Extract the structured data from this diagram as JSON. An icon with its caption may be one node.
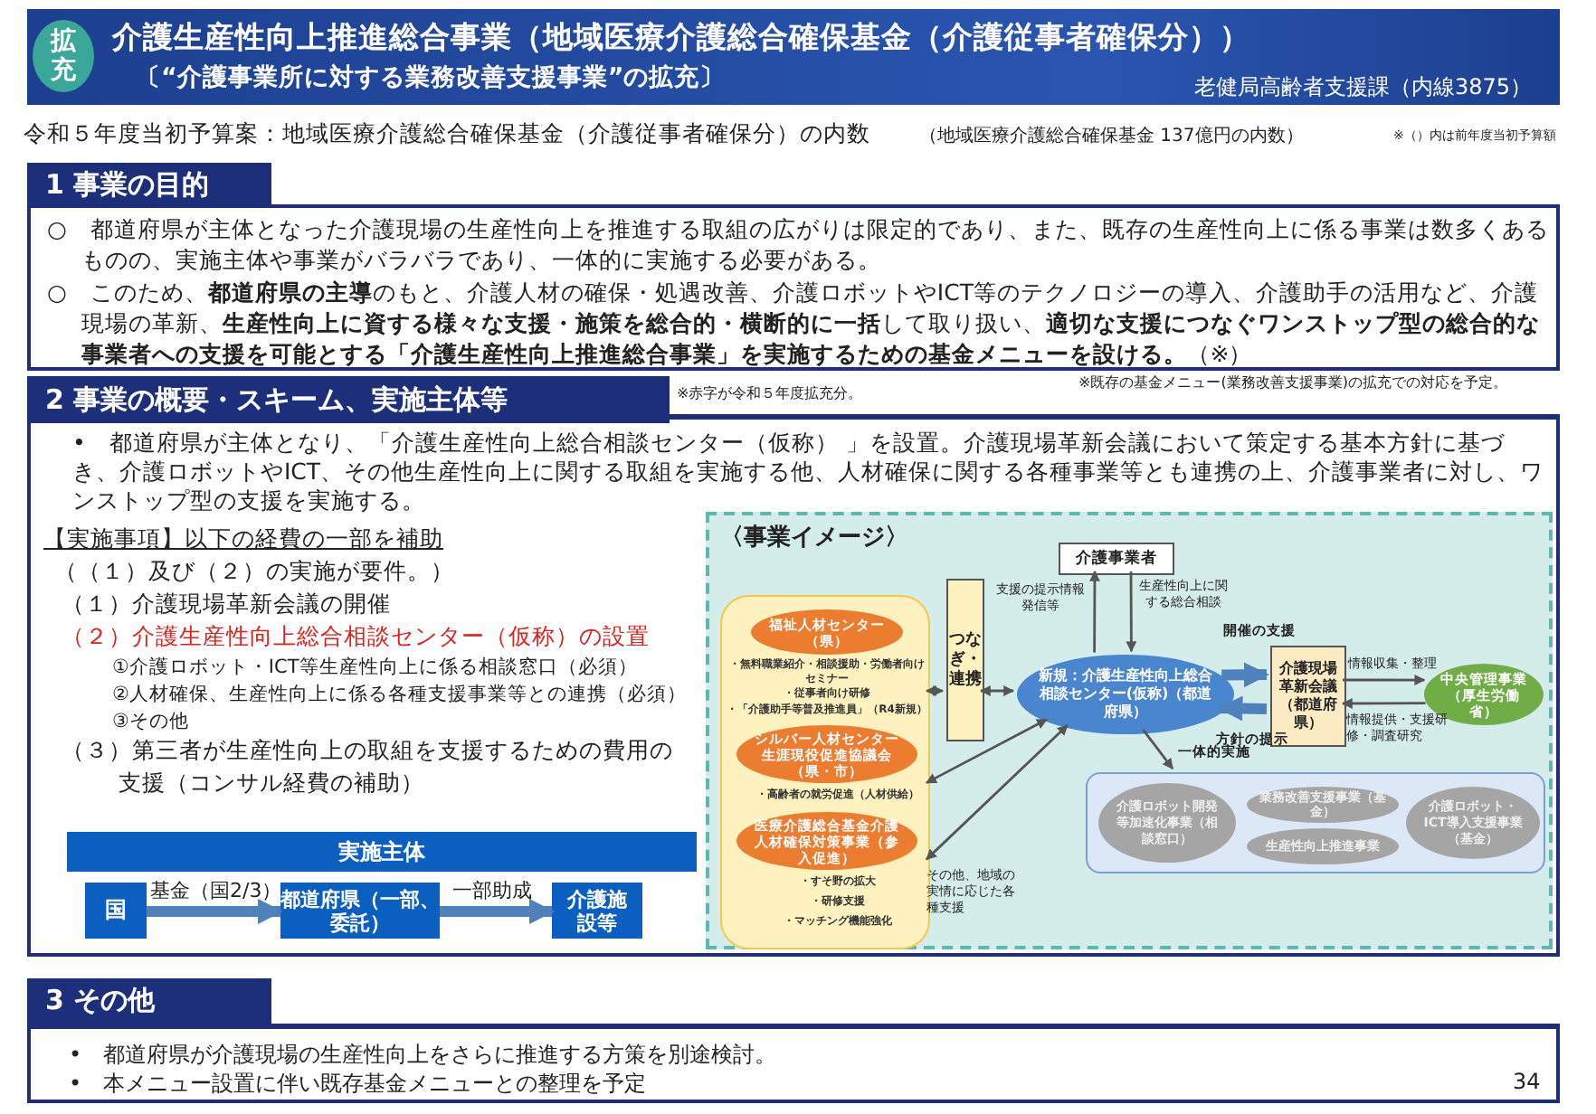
{
  "diagram": {
    "title": "介護生産性向上推進総合事業（地域医療介護総合確保基金（介護従事者確保分））",
    "nodes": [
      {
        "text": [
          "拡充"
        ]
      },
      {
        "text": [
          "1 事業の目的"
        ]
      },
      {
        "text": [
          "2 事業の概要・スキーム、実施主体等"
        ]
      },
      {
        "text": [
          "〈事業イメージ〉"
        ]
      },
      {
        "text": [],
        "shape": "box",
        "in": 3
      },
      {
        "text": [
          "福祉人材センター（県）"
        ],
        "in": 4,
        "beside": [
          "・無料職業紹介・相談援助・労働者向けセミナー",
          "・従事者向け研修",
          "・「介護助手等普及推進員」（R4新規）"
        ]
      },
      {
        "text": [
          "シルバー人材センター生涯現役促進協議会（県・市）"
        ],
        "in": 4,
        "beside": [
          "・高齢者の就労促進（人材供給）"
        ]
      },
      {
        "text": [
          "医療介護総合基金介護人材確保対策事業（参入促進）"
        ],
        "in": 4,
        "beside": [
          "・すそ野の拡大",
          "・研修支援",
          "・マッチング機能強化"
        ]
      },
      {
        "text": [
          "つなぎ・連携"
        ],
        "in": 3
      },
      {
        "text": [
          "介護事業者"
        ],
        "in": 3
      },
      {
        "text": [
          "新規：介護生産性向上総合相談センター(仮称)（都道府県）"
        ],
        "in": 3
      },
      {
        "text": [
          "介護現場革新会議（都道府県）"
        ],
        "in": 3
      },
      {
        "text": [
          "中央管理事業（厚生労働省）"
        ],
        "in": 3
      },
      {
        "text": [],
        "shape": "box",
        "in": 3
      },
      {
        "text": [
          "介護ロボット開発等加速化事業（相談窓口）"
        ],
        "in": 13
      },
      {
        "text": [
          "業務改善支援事業（基金）"
        ],
        "in": 13
      },
      {
        "text": [
          "生産性向上推進事業"
        ],
        "in": 13
      },
      {
        "text": [
          "介護ロボット・ICT導入支援事業（基金）"
        ],
        "in": 13
      },
      {
        "text": [
          "実施主体"
        ]
      },
      {
        "text": [
          "国"
        ]
      },
      {
        "text": [
          "都道府県（一部、委託）"
        ]
      },
      {
        "text": [
          "介護施設等"
        ]
      },
      {
        "text": [
          "3 その他"
        ]
      }
    ],
    "edges": [
      {
        "from": 4,
        "to": 8,
        "arrow": "both"
      },
      {
        "from": 8,
        "to": 10,
        "arrow": "both"
      },
      {
        "from": 4,
        "to": 10,
        "arrow": "both"
      },
      {
        "from": 4,
        "to": 10,
        "arrow": "both",
        "label": "その他、地域の実情に応じた各種支援"
      },
      {
        "from": 10,
        "to": 9,
        "arrow": "to",
        "label": "支援の提示情報発信等"
      },
      {
        "from": 9,
        "to": 10,
        "arrow": "to",
        "label": "生産性向上に関する総合相談"
      },
      {
        "from": 10,
        "to": 11,
        "arrow": "to",
        "label": "開催の支援",
        "style": "thick",
        "color": "#4f81bd"
      },
      {
        "from": 11,
        "to": 10,
        "arrow": "to",
        "label": "方針の提示",
        "style": "thick",
        "color": "#4f81bd"
      },
      {
        "from": 11,
        "to": 12,
        "arrow": "to",
        "label": "情報収集・整理"
      },
      {
        "from": 12,
        "to": 11,
        "arrow": "to",
        "label": "情報提供・支援研修・調査研究"
      },
      {
        "from": 10,
        "to": 13,
        "arrow": "to",
        "label": "一体的実施"
      },
      {
        "from": 19,
        "to": 20,
        "arrow": "to",
        "label": "基金（国2/3）",
        "style": "thick",
        "color": "#4f81bd"
      },
      {
        "from": 20,
        "to": 21,
        "arrow": "to",
        "label": "一部助成",
        "style": "thick",
        "color": "#4f81bd"
      }
    ],
    "labels": [
      "〔“介護事業所に対する業務改善支援事業”の拡充〕",
      "老健局高齢者支援課（内線3875）",
      "令和５年度当初予算案：地域医療介護総合確保基金（介護従事者確保分）の内数",
      "（地域医療介護総合確保基金 137億円の内数）",
      "※（）内は前年度当初予算額",
      "○　都道府県が主体となった介護現場の生産性向上を推進する取組の広がりは限定的であり、また、既存の生産性向上に係る事業は数多くあるものの、実施主体や事業がバラバラであり、一体的に実施する必要がある。",
      "○　このため、**都道府県の主導**のもと、介護人材の確保・処遇改善、介護ロボットやICT等のテクノロジーの導入、介護助手の活用など、介護現場の革新、**生産性向上に資する様々な支援・施策を総合的・横断的に一括**して取り扱い、**適切な支援につなぐワンストップ型の総合的な事業者への支援を可能とする「介護生産性向上推進総合事業」を実施するための基金メニューを設ける。**（※）",
      "※既存の基金メニュー(業務改善支援事業)の拡充での対応を予定。",
      "※赤字が令和５年度拡充分。",
      "•　都道府県が主体となり、「介護生産性向上総合相談センター（仮称） 」を設置。介護現場革新会議において策定する基本方針に基づき、介護ロボットやICT、その他生産性向上に関する取組を実施する他、人材確保に関する各種事業等とも連携の上、介護事業者に対し、ワンストップ型の支援を実施する。",
      "【実施事項】以下の経費の一部を補助",
      "（（１）及び（２）の実施が要件。）",
      "（１）介護現場革新会議の開催",
      "（２）介護生産性向上総合相談センター（仮称）の設置",
      "①介護ロボット・ICT等生産性向上に係る相談窓口（必須）",
      "②人材確保、生産性向上に係る各種支援事業等との連携（必須）",
      "③その他",
      "（３）第三者が生産性向上の取組を支援するための費用の支援（コンサル経費の補助）",
      "•　都道府県が介護現場の生産性向上をさらに推進する方策を別途検討。",
      "•　本メニュー設置に伴い既存基金メニューとの整理を予定",
      "34"
    ]
  }
}
